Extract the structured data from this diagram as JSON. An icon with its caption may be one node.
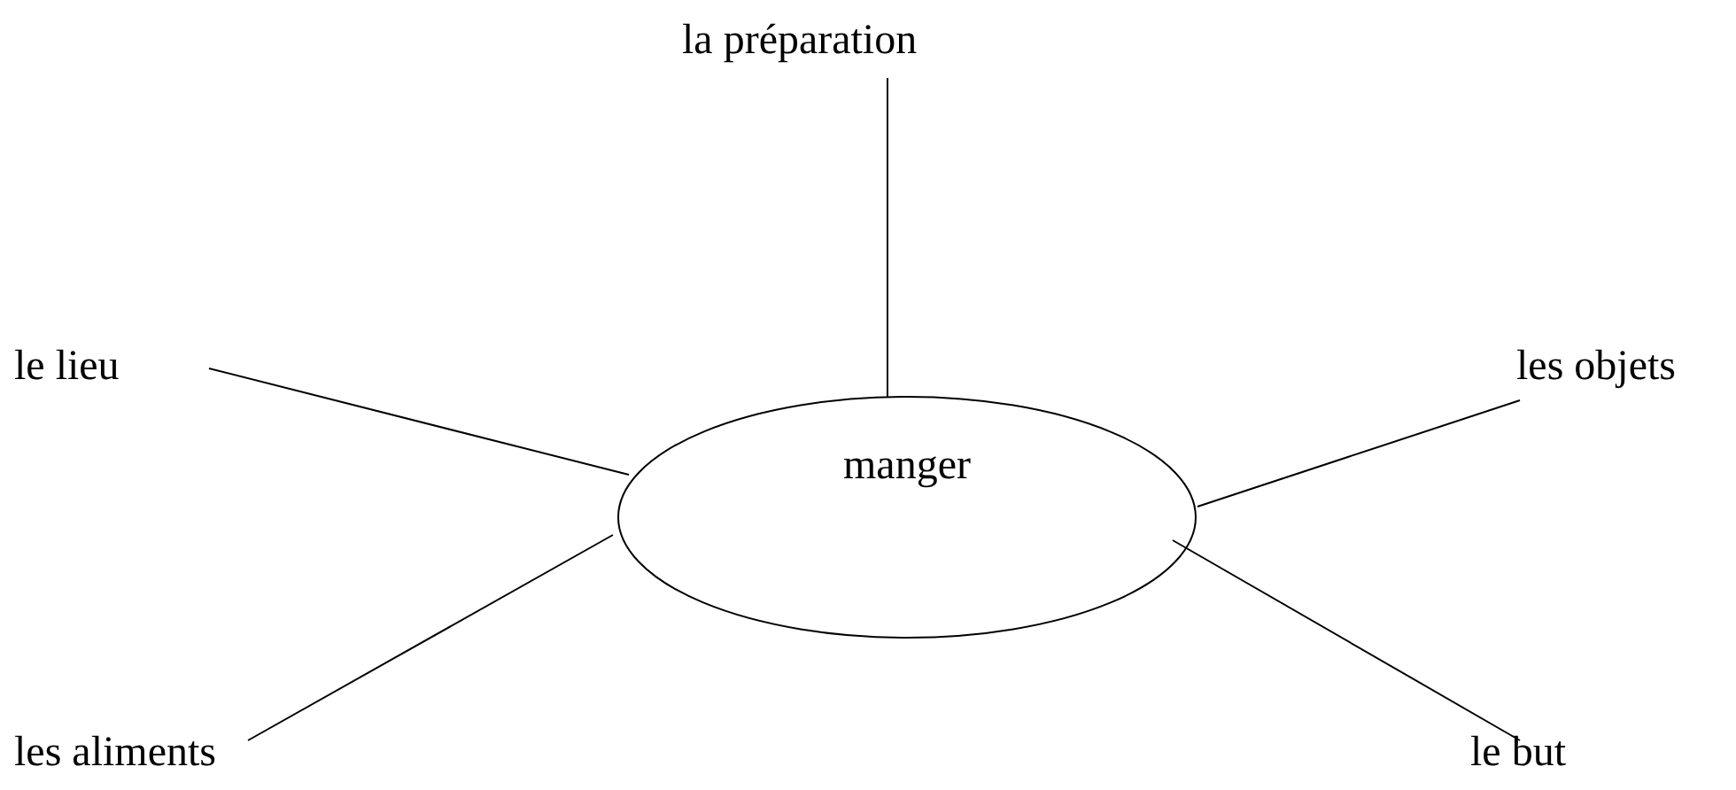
{
  "diagram": {
    "nodes": [
      {
        "text": [
          "la préparation"
        ]
      },
      {
        "text": [
          "le lieu"
        ]
      },
      {
        "text": [
          "les objets"
        ]
      },
      {
        "text": [
          "manger"
        ]
      },
      {
        "text": [
          "les aliments"
        ]
      },
      {
        "text": [
          "le but"
        ]
      }
    ],
    "edges": [
      {
        "from": 3,
        "to": 0,
        "arrow": "none"
      },
      {
        "from": 3,
        "to": 1,
        "arrow": "none"
      },
      {
        "from": 3,
        "to": 2,
        "arrow": "none"
      },
      {
        "from": 3,
        "to": 4,
        "arrow": "none"
      },
      {
        "from": 3,
        "to": 5,
        "arrow": "none"
      }
    ]
  }
}
